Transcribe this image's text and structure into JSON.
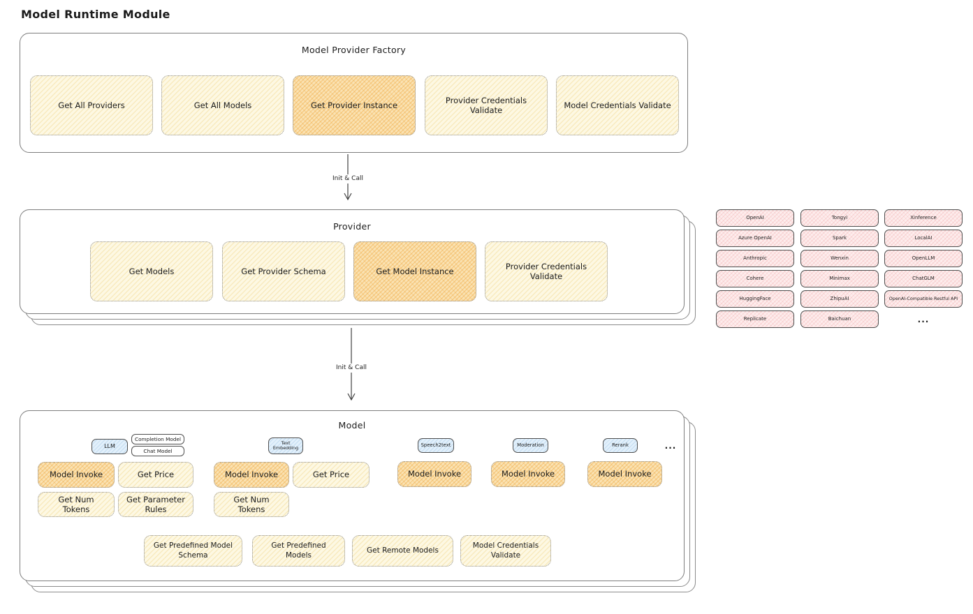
{
  "diagram": {
    "title": "Model Runtime Module",
    "factory": {
      "title": "Model Provider Factory",
      "items": [
        {
          "label": "Get All Providers",
          "highlighted": false
        },
        {
          "label": "Get All Models",
          "highlighted": false
        },
        {
          "label": "Get Provider Instance",
          "highlighted": true
        },
        {
          "label": "Provider Credentials Validate",
          "highlighted": false
        },
        {
          "label": "Model Credentials Validate",
          "highlighted": false
        }
      ]
    },
    "arrow1": {
      "label": "Init & Call"
    },
    "provider": {
      "title": "Provider",
      "items": [
        {
          "label": "Get Models",
          "highlighted": false
        },
        {
          "label": "Get Provider Schema",
          "highlighted": false
        },
        {
          "label": "Get Model Instance",
          "highlighted": true
        },
        {
          "label": "Provider Credentials Validate",
          "highlighted": false
        }
      ]
    },
    "arrow2": {
      "label": "Init & Call"
    },
    "providers_list": {
      "rows": [
        [
          "OpenAI",
          "Tongyi",
          "Xinference"
        ],
        [
          "Azure OpenAI",
          "Spark",
          "LocalAI"
        ],
        [
          "Anthropic",
          "Wenxin",
          "OpenLLM"
        ],
        [
          "Cohere",
          "Minimax",
          "ChatGLM"
        ],
        [
          "HuggingFace",
          "ZhipuAI",
          "OpenAI-Compatible Restful API"
        ],
        [
          "Replicate",
          "Baichuan"
        ]
      ],
      "more": "..."
    },
    "model": {
      "title": "Model",
      "more": "...",
      "types": [
        {
          "tag": "LLM",
          "subtags": [
            "Completion Model",
            "Chat Model"
          ]
        },
        {
          "tag": "Text Embedding"
        },
        {
          "tag": "Speech2text"
        },
        {
          "tag": "Moderation"
        },
        {
          "tag": "Rerank"
        }
      ],
      "ops": {
        "model_invoke": "Model Invoke",
        "get_price": "Get Price",
        "get_num_tokens": "Get Num Tokens",
        "get_parameter_rules": "Get Parameter Rules"
      },
      "bottom_items": [
        "Get Predefined Model Schema",
        "Get Predefined Models",
        "Get Remote Models",
        "Model Credentials Validate"
      ]
    },
    "colors": {
      "yellow_fill": "#fdf8e3",
      "orange_fill": "#fae3b4",
      "pink_fill": "#fdeded",
      "blue_fill": "#e2f0fb",
      "ink": "#1b1b1b",
      "border_gray": "#7d7d7d"
    }
  }
}
